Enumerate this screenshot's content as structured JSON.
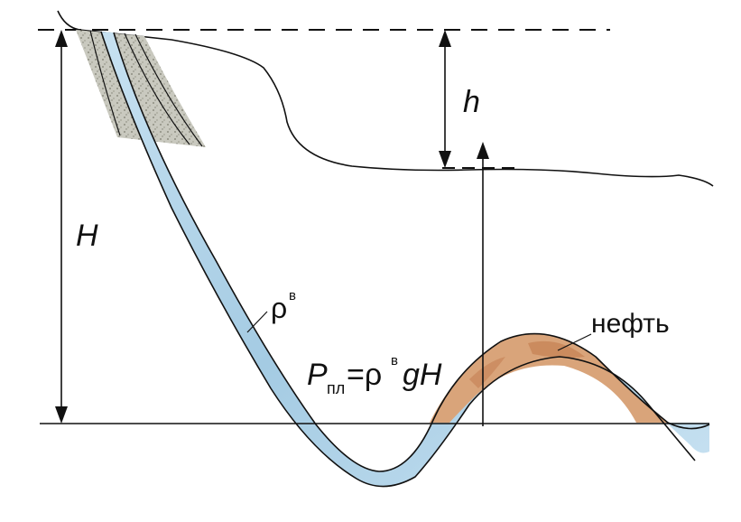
{
  "labels": {
    "H": "H",
    "h": "h",
    "rho": "ρ",
    "rho_sup": "в",
    "formula_P": "P",
    "formula_sub": "пл",
    "formula_eq_rho": "=ρ",
    "formula_sup": "в",
    "formula_tail": "gH",
    "oil": "нефть"
  },
  "colors": {
    "line": "#111111",
    "water": "#a9cfe6",
    "water_light": "#d6eaf6",
    "oil": "#d9a77e",
    "oil_dark": "#c9875a",
    "rock": "#b9b9b0"
  }
}
